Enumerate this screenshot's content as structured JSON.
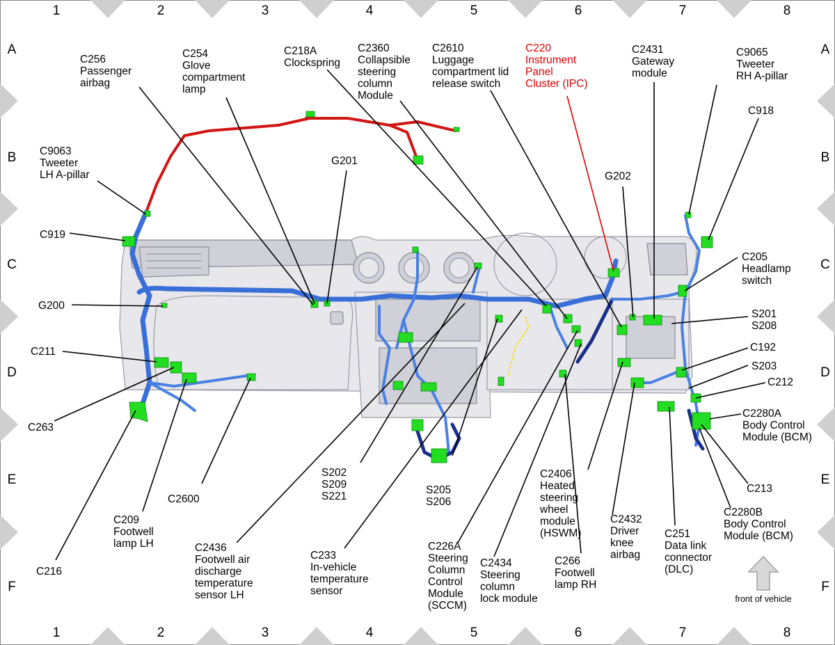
{
  "grid": {
    "columns": [
      "1",
      "2",
      "3",
      "4",
      "5",
      "6",
      "7",
      "8"
    ],
    "rows": [
      "A",
      "B",
      "C",
      "D",
      "E",
      "F"
    ]
  },
  "labels": {
    "c256": [
      "C256",
      "Passenger",
      "airbag"
    ],
    "c254": [
      "C254",
      "Glove",
      "compartment",
      "lamp"
    ],
    "c218a": [
      "C218A",
      "Clockspring"
    ],
    "c2360": [
      "C2360",
      "Collapsible",
      "steering",
      "column",
      "Module"
    ],
    "c2610": [
      "C2610",
      "Luggage",
      "compartment lid",
      "release switch"
    ],
    "c220": [
      "C220",
      "Instrument",
      "Panel",
      "Cluster (IPC)"
    ],
    "c2431": [
      "C2431",
      "Gateway",
      "module"
    ],
    "c9065": [
      "C9065",
      "Tweeter",
      "RH A-pillar"
    ],
    "c918": [
      "C918"
    ],
    "c9063": [
      "C9063",
      "Tweeter",
      "LH A-pillar"
    ],
    "g201": [
      "G201"
    ],
    "g202": [
      "G202"
    ],
    "c919": [
      "C919"
    ],
    "c205": [
      "C205",
      "Headlamp",
      "switch"
    ],
    "g200": [
      "G200"
    ],
    "s201": [
      "S201",
      "S208"
    ],
    "c211": [
      "C211"
    ],
    "c192": [
      "C192"
    ],
    "s203": [
      "S203"
    ],
    "c212": [
      "C212"
    ],
    "c263": [
      "C263"
    ],
    "c2280a": [
      "C2280A",
      "Body Control",
      "Module (BCM)"
    ],
    "s202": [
      "S202",
      "S209",
      "S221"
    ],
    "c2406": [
      "C2406",
      "Heated",
      "steering",
      "wheel",
      "module",
      "(HSWM)"
    ],
    "c213": [
      "C213"
    ],
    "c2600": [
      "C2600"
    ],
    "s205": [
      "S205",
      "S206"
    ],
    "c2280b": [
      "C2280B",
      "Body Control",
      "Module (BCM)"
    ],
    "c209": [
      "C209",
      "Footwell",
      "lamp LH"
    ],
    "c2432": [
      "C2432",
      "Driver",
      "knee",
      "airbag"
    ],
    "c251": [
      "C251",
      "Data link",
      "connector",
      "(DLC)"
    ],
    "c2436": [
      "C2436",
      "Footwell air",
      "discharge",
      "temperature",
      "sensor LH"
    ],
    "c233": [
      "C233",
      "In-vehicle",
      "temperature",
      "sensor"
    ],
    "c226a": [
      "C226A",
      "Steering",
      "Column",
      "Control",
      "Module",
      "(SCCM)"
    ],
    "c2434": [
      "C2434",
      "Steering",
      "column",
      "lock module"
    ],
    "c266": [
      "C266",
      "Footwell",
      "lamp RH"
    ],
    "c216": [
      "C216"
    ]
  },
  "front_of_vehicle": "front of vehicle",
  "colors": {
    "harness": "#3a6fd8",
    "harness_dark": "#1a2f8a",
    "harness_red": "#d11414",
    "connector": "#22dd22",
    "highlight_label": "#e00000"
  }
}
